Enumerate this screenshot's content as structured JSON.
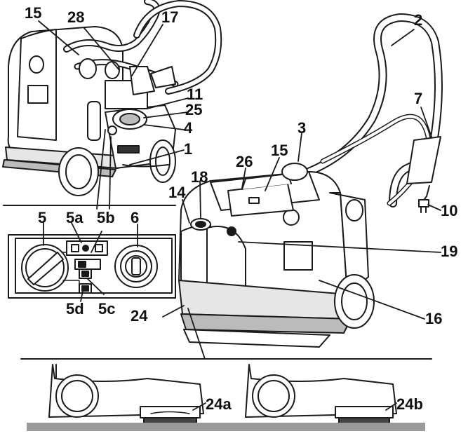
{
  "figure": {
    "callouts": [
      {
        "id": "15-top",
        "text": "15"
      },
      {
        "id": "28",
        "text": "28"
      },
      {
        "id": "17",
        "text": "17"
      },
      {
        "id": "2",
        "text": "2"
      },
      {
        "id": "7",
        "text": "7"
      },
      {
        "id": "11",
        "text": "11"
      },
      {
        "id": "25",
        "text": "25"
      },
      {
        "id": "4",
        "text": "4"
      },
      {
        "id": "3",
        "text": "3"
      },
      {
        "id": "26",
        "text": "26"
      },
      {
        "id": "15-mid",
        "text": "15"
      },
      {
        "id": "1",
        "text": "1"
      },
      {
        "id": "18",
        "text": "18"
      },
      {
        "id": "14",
        "text": "14"
      },
      {
        "id": "10",
        "text": "10"
      },
      {
        "id": "19",
        "text": "19"
      },
      {
        "id": "16",
        "text": "16"
      },
      {
        "id": "24",
        "text": "24"
      },
      {
        "id": "5",
        "text": "5"
      },
      {
        "id": "5a",
        "text": "5a"
      },
      {
        "id": "5b",
        "text": "5b"
      },
      {
        "id": "6",
        "text": "6"
      },
      {
        "id": "5c",
        "text": "5c"
      },
      {
        "id": "5d",
        "text": "5d"
      },
      {
        "id": "24a",
        "text": "24a"
      },
      {
        "id": "24b",
        "text": "24b"
      }
    ],
    "colors": {
      "line": "#1a1a1a",
      "fill": "#ffffff",
      "shade": "#d9d9d9",
      "dark": "#555555",
      "floor": "#9a9a9a"
    }
  }
}
